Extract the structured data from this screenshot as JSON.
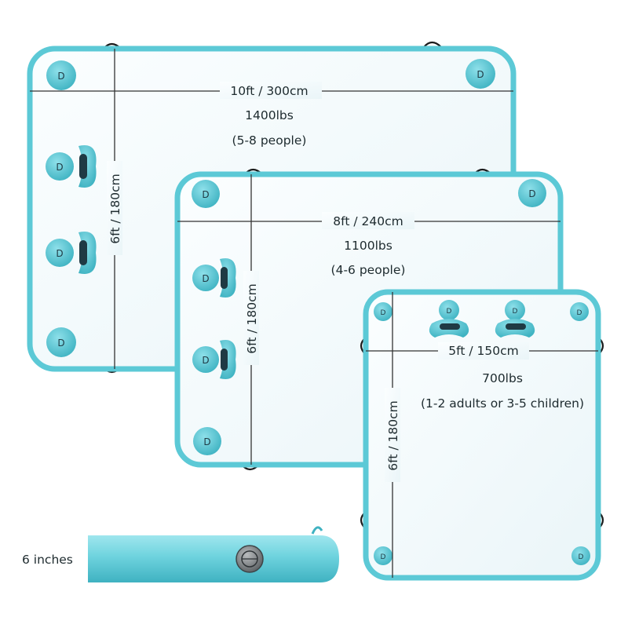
{
  "colors": {
    "rim": "#5cc9d6",
    "rim_dark": "#43b3c2",
    "deck": "#f4fafc",
    "handle": "#1f3a44",
    "strap": "#1b1b1b",
    "text": "#1d2a2e"
  },
  "icons": {
    "d_ring": "d-ring-icon",
    "handle": "grab-handle-icon",
    "valve": "air-valve-icon"
  },
  "docks": [
    {
      "id": "large",
      "width_label": "10ft / 300cm",
      "length_label": "6ft / 180cm",
      "capacity": "1400lbs",
      "people": "(5-8 people)"
    },
    {
      "id": "medium",
      "width_label": "8ft / 240cm",
      "length_label": "6ft / 180cm",
      "capacity": "1100lbs",
      "people": "(4-6 people)"
    },
    {
      "id": "small",
      "width_label": "5ft / 150cm",
      "length_label": "6ft / 180cm",
      "capacity": "700lbs",
      "people": "(1-2 adults or 3-5 children)"
    }
  ],
  "thickness": {
    "label": "6 inches"
  }
}
